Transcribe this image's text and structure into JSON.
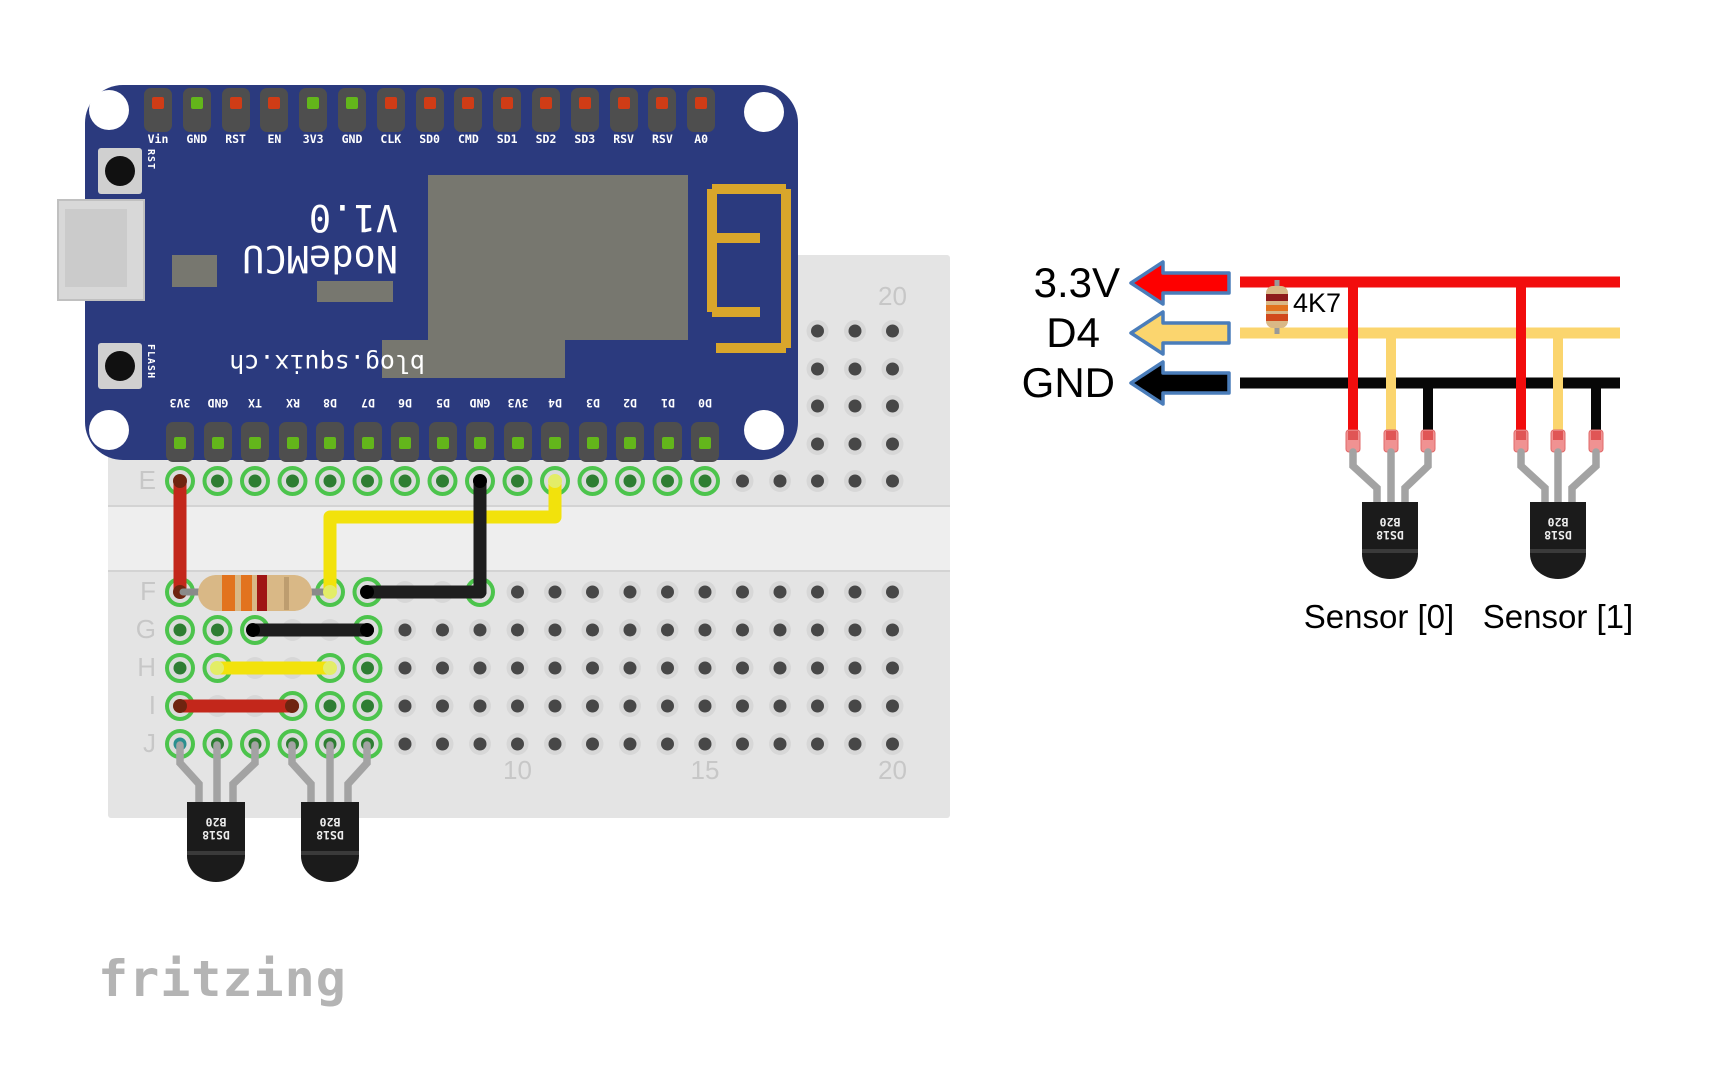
{
  "logo": {
    "text": "fritzing"
  },
  "nodemcu": {
    "title_line1": "NodeMCU",
    "title_line2": "V1.0",
    "subtitle": "blog.squix.ch",
    "rst_button_label": "RST",
    "flash_button_label": "FLASH",
    "top_pins": [
      {
        "label": "Vin",
        "indicator": "red"
      },
      {
        "label": "GND",
        "indicator": "green"
      },
      {
        "label": "RST",
        "indicator": "red"
      },
      {
        "label": "EN",
        "indicator": "red"
      },
      {
        "label": "3V3",
        "indicator": "green"
      },
      {
        "label": "GND",
        "indicator": "green"
      },
      {
        "label": "CLK",
        "indicator": "red"
      },
      {
        "label": "SD0",
        "indicator": "red"
      },
      {
        "label": "CMD",
        "indicator": "red"
      },
      {
        "label": "SD1",
        "indicator": "red"
      },
      {
        "label": "SD2",
        "indicator": "red"
      },
      {
        "label": "SD3",
        "indicator": "red"
      },
      {
        "label": "RSV",
        "indicator": "red"
      },
      {
        "label": "RSV",
        "indicator": "red"
      },
      {
        "label": "A0",
        "indicator": "red"
      }
    ],
    "bottom_pins": [
      {
        "label": "3V3",
        "indicator": "green"
      },
      {
        "label": "GND",
        "indicator": "green"
      },
      {
        "label": "TX",
        "indicator": "green"
      },
      {
        "label": "RX",
        "indicator": "green"
      },
      {
        "label": "D8",
        "indicator": "green"
      },
      {
        "label": "D7",
        "indicator": "green"
      },
      {
        "label": "D6",
        "indicator": "green"
      },
      {
        "label": "D5",
        "indicator": "green"
      },
      {
        "label": "GND",
        "indicator": "green"
      },
      {
        "label": "3V3",
        "indicator": "green"
      },
      {
        "label": "D4",
        "indicator": "green"
      },
      {
        "label": "D3",
        "indicator": "green"
      },
      {
        "label": "D2",
        "indicator": "green"
      },
      {
        "label": "D1",
        "indicator": "green"
      },
      {
        "label": "D0",
        "indicator": "green"
      }
    ]
  },
  "breadboard": {
    "row_labels": [
      {
        "text": "E",
        "row": "E"
      },
      {
        "text": "F",
        "row": "F"
      },
      {
        "text": "G",
        "row": "G"
      },
      {
        "text": "H",
        "row": "H"
      },
      {
        "text": "I",
        "row": "I"
      },
      {
        "text": "J",
        "row": "J"
      }
    ],
    "top_column_label": {
      "text": "20",
      "col": 20
    },
    "bottom_column_labels": [
      {
        "text": "10",
        "col": 10
      },
      {
        "text": "15",
        "col": 15
      },
      {
        "text": "20",
        "col": 20
      }
    ]
  },
  "chip": {
    "line1": "DS18",
    "line2": "B20"
  },
  "schematic": {
    "labels": {
      "power": "3.3V",
      "data": "D4",
      "ground": "GND"
    },
    "resistor_label": "4K7",
    "sensor_labels": [
      {
        "text": "Sensor [0]"
      },
      {
        "text": "Sensor [1]"
      }
    ],
    "nets": {
      "power_wire": "red",
      "data_wire": "yellow",
      "ground_wire": "black"
    }
  },
  "colors": {
    "board_blue": "#2b3a7e",
    "wire_red": "#c3271b",
    "wire_red_cap": "#6f2410",
    "wire_yellow": "#f2e20c",
    "wire_yellow_cap": "#e3ed67",
    "wire_black": "#1e1e1e",
    "schematic_red": "#f20d0d",
    "schematic_yellow": "#fbd56e",
    "schematic_black": "#070707",
    "arrow_outline": "#4a7dba",
    "antenna_gold": "#d9a62b",
    "resistor_body": "#d9b886",
    "resistor_band_orange": "#e2731e",
    "resistor_band_red": "#a01515",
    "breadboard_gray": "#e4e4e4",
    "hole_green": "#4cc44c",
    "sensor_body": "#1b1b1b",
    "leg_gray": "#a3a3a3",
    "tip_pink": "#f09292"
  }
}
